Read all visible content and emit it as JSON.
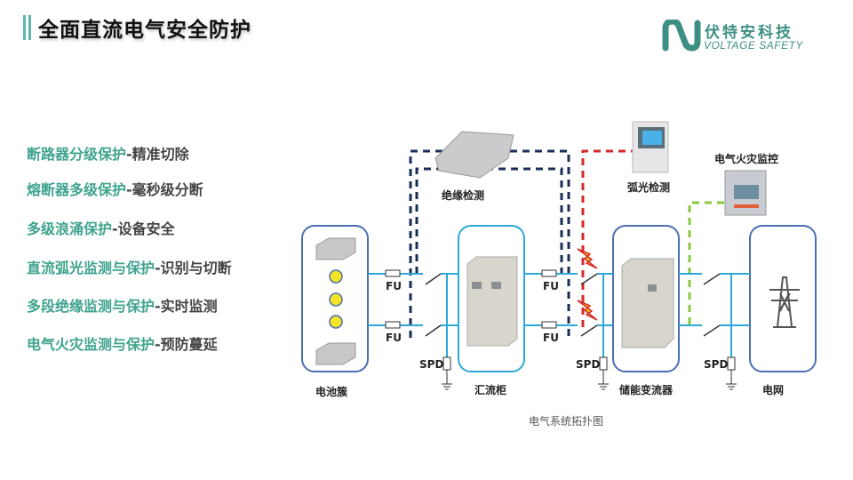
{
  "header": {
    "title": "全面直流电气安全防护",
    "accent_color": "#5bb8a8"
  },
  "logo": {
    "name_cn": "伏特安科技",
    "name_en": "VOLTAGE SAFETY",
    "color": "#3d8f84"
  },
  "features": [
    {
      "key": "断路器分级保护",
      "sep": "-",
      "value": "精准切除"
    },
    {
      "key": "熔断器多级保护",
      "sep": "-",
      "value": "毫秒级分断"
    },
    {
      "key": "多级浪涌保护",
      "sep": "-",
      "value": "设备安全"
    },
    {
      "key": "直流弧光监测与保护",
      "sep": "-",
      "value": "识别与切断"
    },
    {
      "key": "多段绝缘监测与保护",
      "sep": "-",
      "value": "实时监测"
    },
    {
      "key": "电气火灾监测与保护",
      "sep": "-",
      "value": "预防蔓延"
    }
  ],
  "diagram": {
    "caption": "电气系统拓扑图",
    "nodes": {
      "battery": "电池簇",
      "combiner": "汇流柜",
      "pcs": "储能变流器",
      "grid": "电网"
    },
    "monitors": {
      "insulation": "绝缘检测",
      "arc": "弧光检测",
      "fire": "电气火灾监控"
    },
    "components": {
      "fuse": "FU",
      "spd": "SPD"
    },
    "colors": {
      "bus_line": "#2ea8d8",
      "box_border_blue": "#4a6fb5",
      "box_border_cyan": "#2ea8d8",
      "insulation_dash": "#1a2e5a",
      "arc_dash": "#d42a2a",
      "fire_dash": "#8cc63f",
      "battery_dot": "#f5e623"
    }
  }
}
